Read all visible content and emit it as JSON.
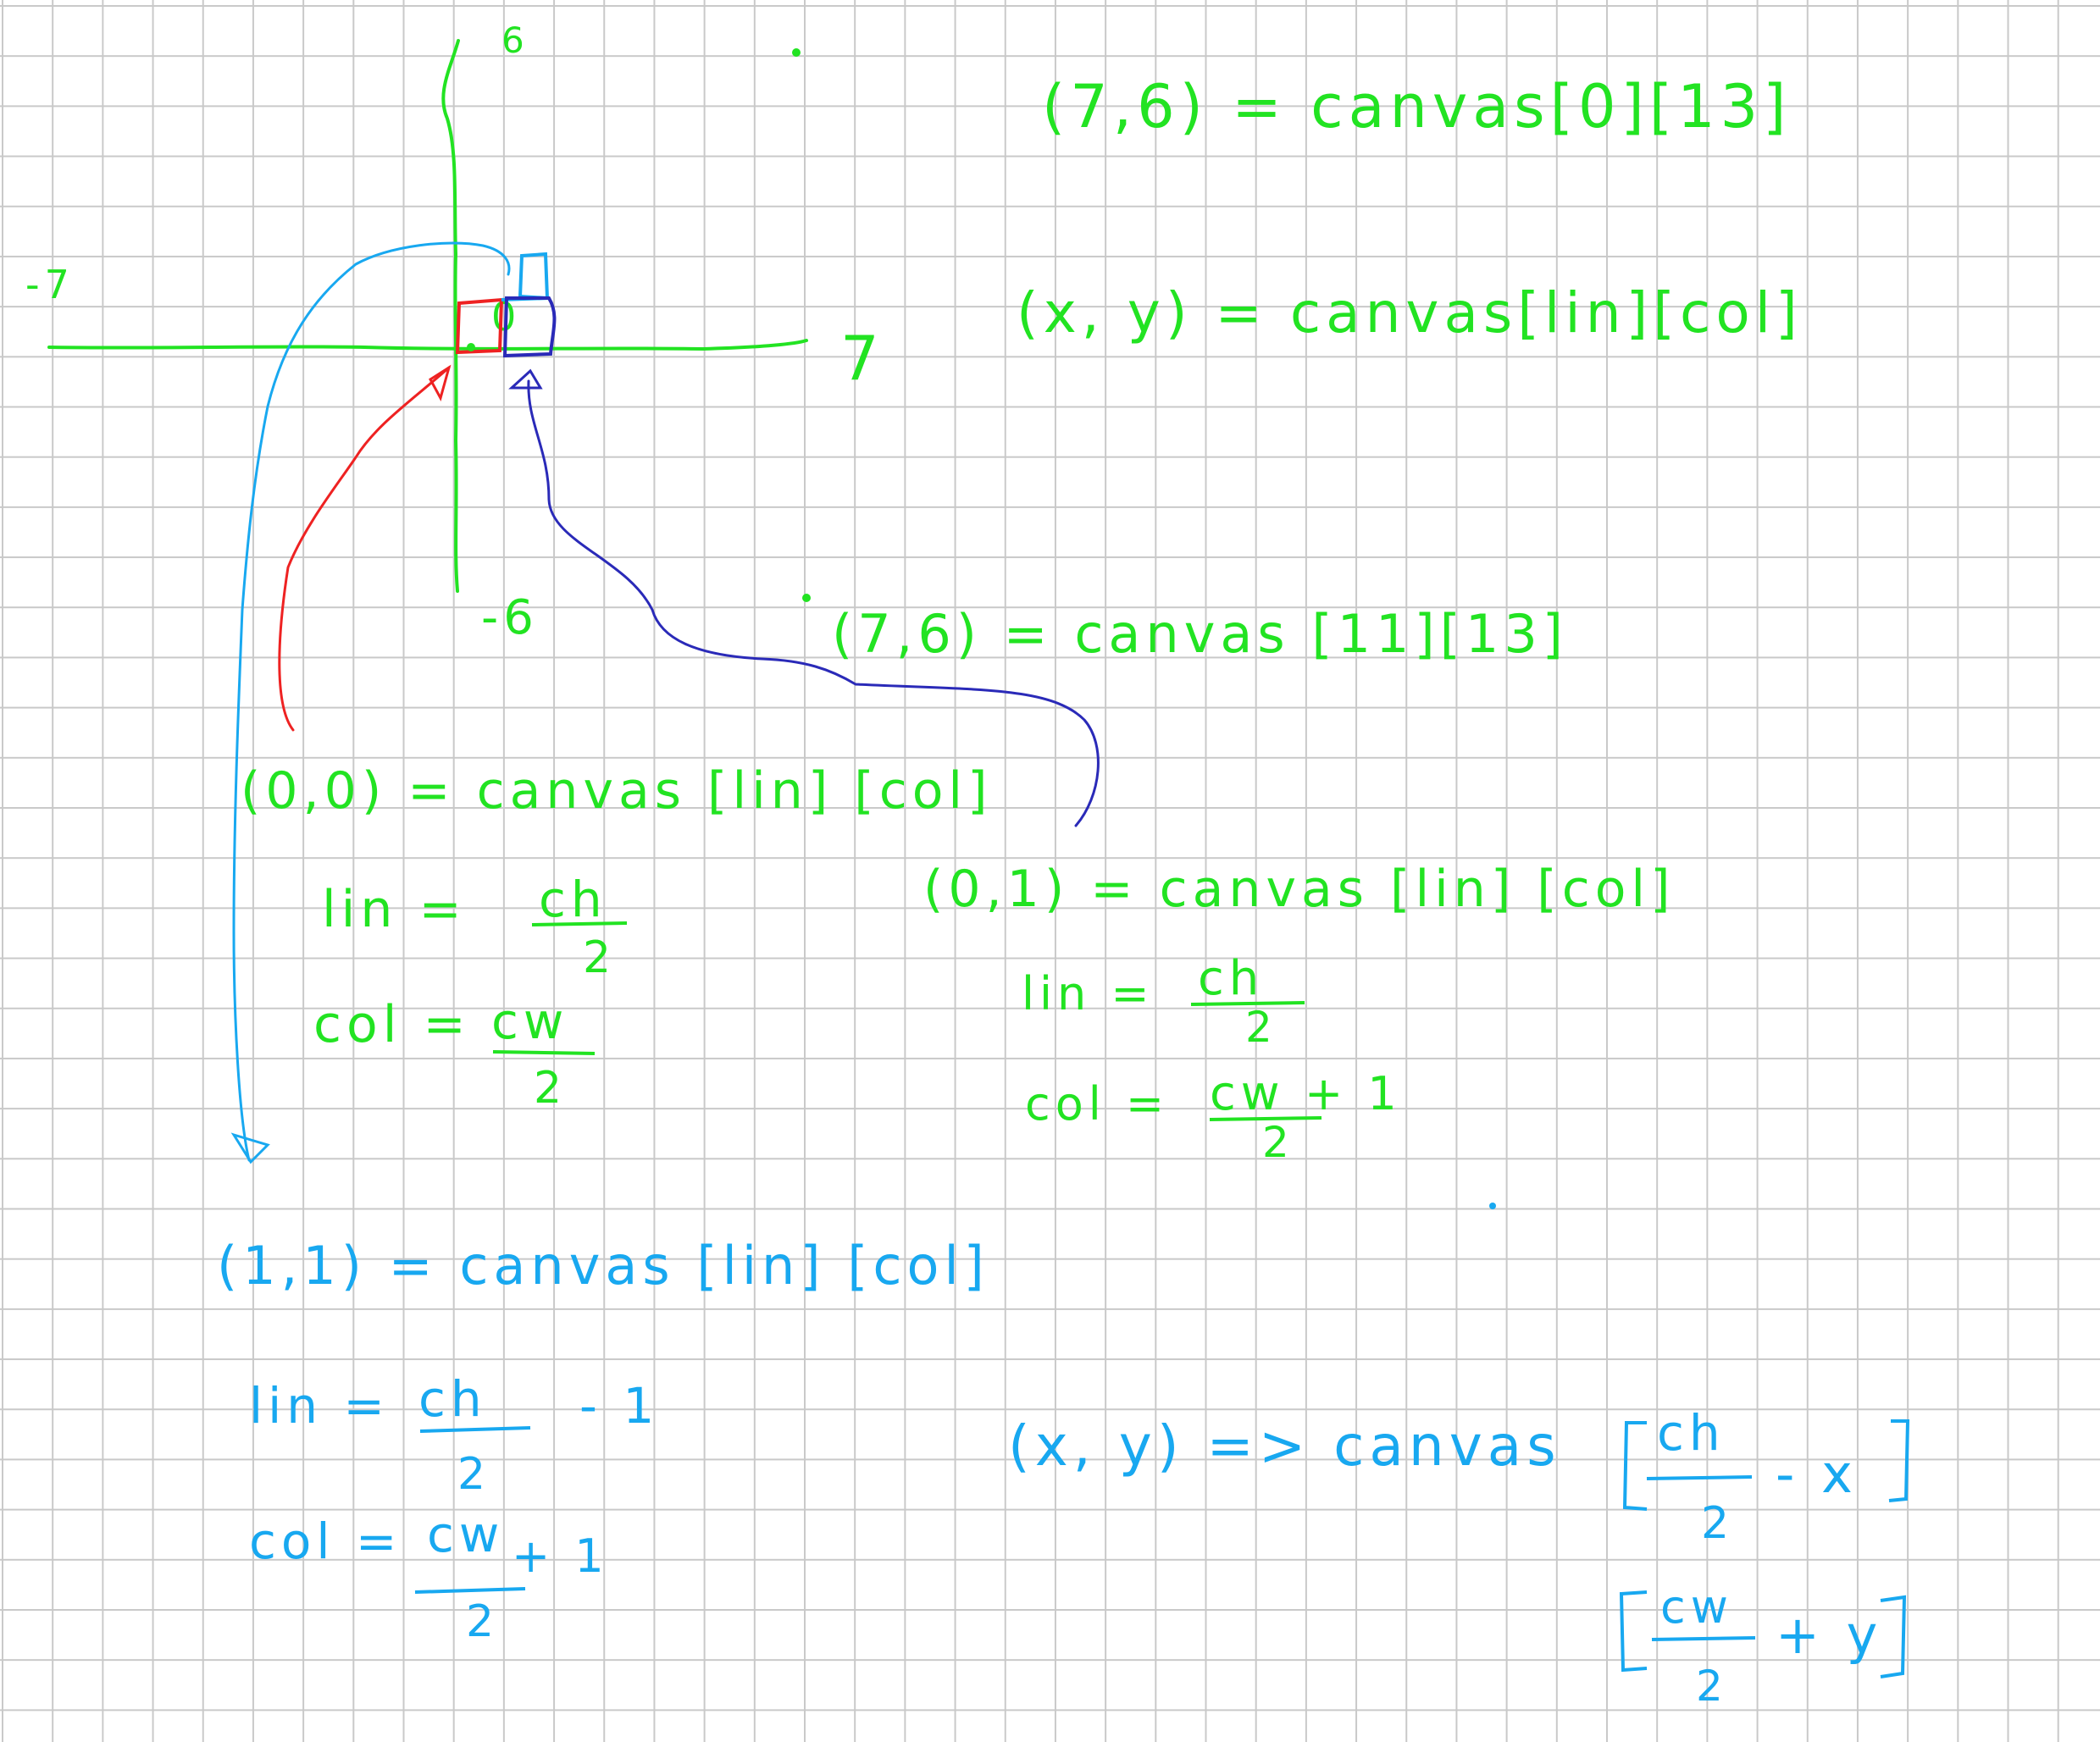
{
  "colors": {
    "green": "#22e322",
    "cyan": "#18a8f0",
    "red": "#ee2222",
    "blue": "#2a2ab8",
    "grid": "#c9c9c9"
  },
  "axes": {
    "top": "6",
    "bottom": "-6",
    "left": "-7",
    "right": "7",
    "origin_label": "0"
  },
  "top_block": {
    "line1": "(7,6) = canvas[0][13]",
    "line2": "(x, y) = canvas[lin][col]"
  },
  "bottom_right_corner": {
    "text": "(7,6) = canvas [11][13]"
  },
  "red_case": {
    "eq": "(0,0) = canvas [lin] [col]",
    "lin_label": "lin =",
    "lin_num": "ch",
    "lin_den": "2",
    "col_label": "col =",
    "col_num": "cw",
    "col_den": "2"
  },
  "blue_case": {
    "eq": "(0,1) = canvas [lin] [col]",
    "lin_label": "lin =",
    "lin_num": "ch",
    "lin_den": "2",
    "col_label": "col =",
    "col_num": "cw",
    "col_extra": "+ 1",
    "col_den": "2"
  },
  "cyan_case": {
    "eq": "(1,1) = canvas [lin] [col]",
    "lin_label": "lin =",
    "lin_num": "ch",
    "lin_extra": "- 1",
    "lin_den": "2",
    "col_label": "col =",
    "col_num": "cw",
    "col_extra": "+ 1",
    "col_den": "2"
  },
  "formula": {
    "lhs": "(x, y) => canvas",
    "row_num": "ch",
    "row_den": "2",
    "row_extra": "- x",
    "col_num": "cw",
    "col_den": "2",
    "col_extra": "+ y"
  }
}
